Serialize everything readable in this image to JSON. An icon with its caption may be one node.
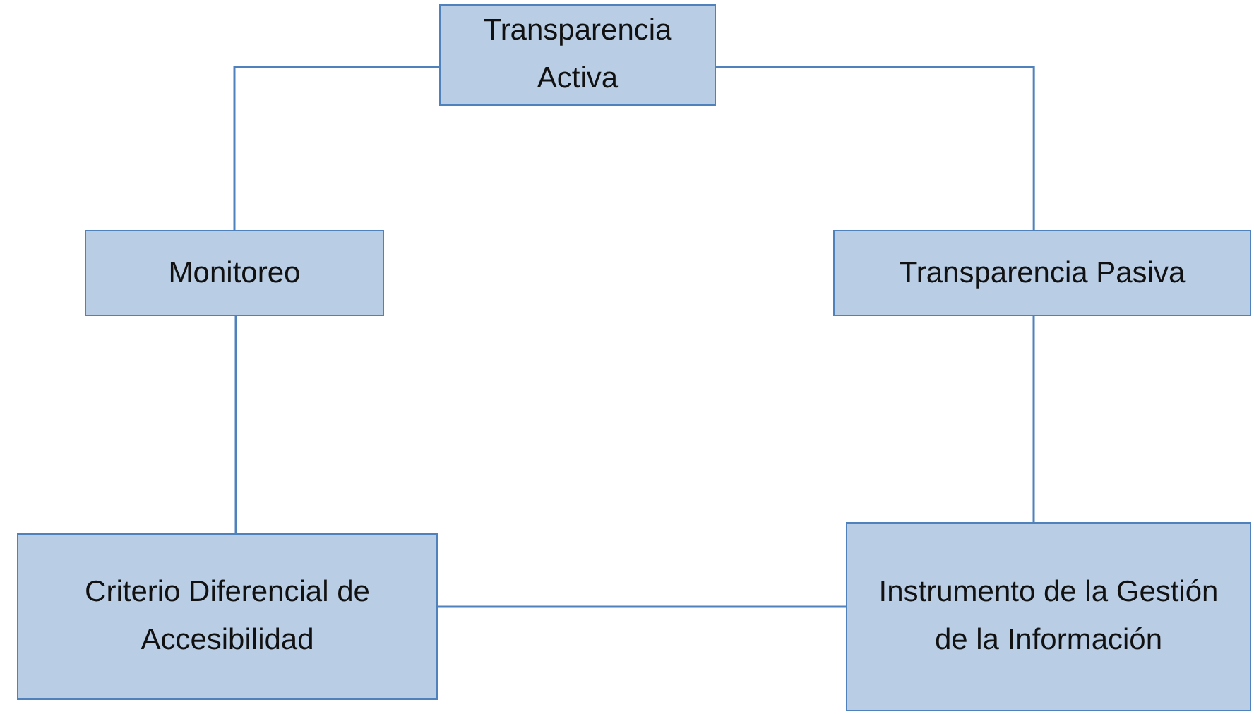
{
  "diagram": {
    "nodes": [
      {
        "text": [
          "Transparencia Activa"
        ]
      },
      {
        "text": [
          "Monitoreo"
        ]
      },
      {
        "text": [
          "Transparencia Pasiva"
        ]
      },
      {
        "text": [
          "Criterio Diferencial de Accesibilidad"
        ]
      },
      {
        "text": [
          "Instrumento de la Gestión de la Información"
        ]
      }
    ],
    "edges": [
      {
        "from": 0,
        "to": 1,
        "arrow": "none"
      },
      {
        "from": 0,
        "to": 2,
        "arrow": "none"
      },
      {
        "from": 1,
        "to": 3,
        "arrow": "none"
      },
      {
        "from": 2,
        "to": 4,
        "arrow": "none"
      },
      {
        "from": 3,
        "to": 4,
        "arrow": "none"
      }
    ]
  }
}
